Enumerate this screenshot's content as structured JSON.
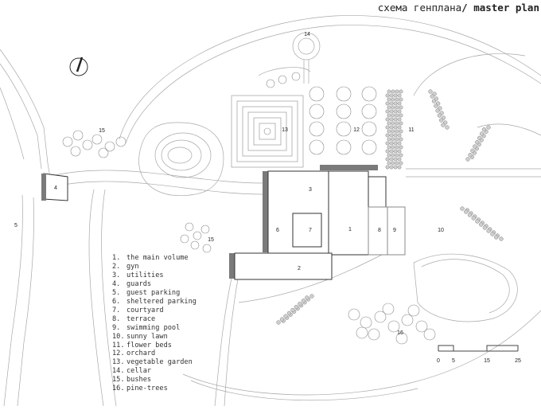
{
  "header": {
    "title_ru": "схема генплана",
    "separator": "/",
    "title_en": "master plan"
  },
  "labels": [
    "1",
    "2",
    "3",
    "4",
    "5",
    "6",
    "7",
    "8",
    "9",
    "10",
    "11",
    "12",
    "13",
    "14",
    "15",
    "15",
    "16"
  ],
  "legend": [
    {
      "num": "1.",
      "text": "the main volume"
    },
    {
      "num": "2.",
      "text": "gyn"
    },
    {
      "num": "3.",
      "text": "utilities"
    },
    {
      "num": "4.",
      "text": "guards"
    },
    {
      "num": "5.",
      "text": "guest parking"
    },
    {
      "num": "6.",
      "text": "sheltered parking"
    },
    {
      "num": "7.",
      "text": "courtyard"
    },
    {
      "num": "8.",
      "text": "terrace"
    },
    {
      "num": "9.",
      "text": "swimming pool"
    },
    {
      "num": "10.",
      "text": "sunny lawn"
    },
    {
      "num": "11.",
      "text": "flower beds"
    },
    {
      "num": "12.",
      "text": "orchard"
    },
    {
      "num": "13.",
      "text": "vegetable garden"
    },
    {
      "num": "14.",
      "text": "cellar"
    },
    {
      "num": "15.",
      "text": "bushes"
    },
    {
      "num": "16.",
      "text": "pine-trees"
    }
  ],
  "scale": {
    "ticks": [
      "0",
      "5",
      "15",
      "25"
    ]
  },
  "icons": {
    "north": "north-arrow-icon"
  },
  "colors": {
    "line": "#9a9a9a",
    "dark": "#333333",
    "shadow": "#7a7a7a",
    "text": "#222222"
  }
}
